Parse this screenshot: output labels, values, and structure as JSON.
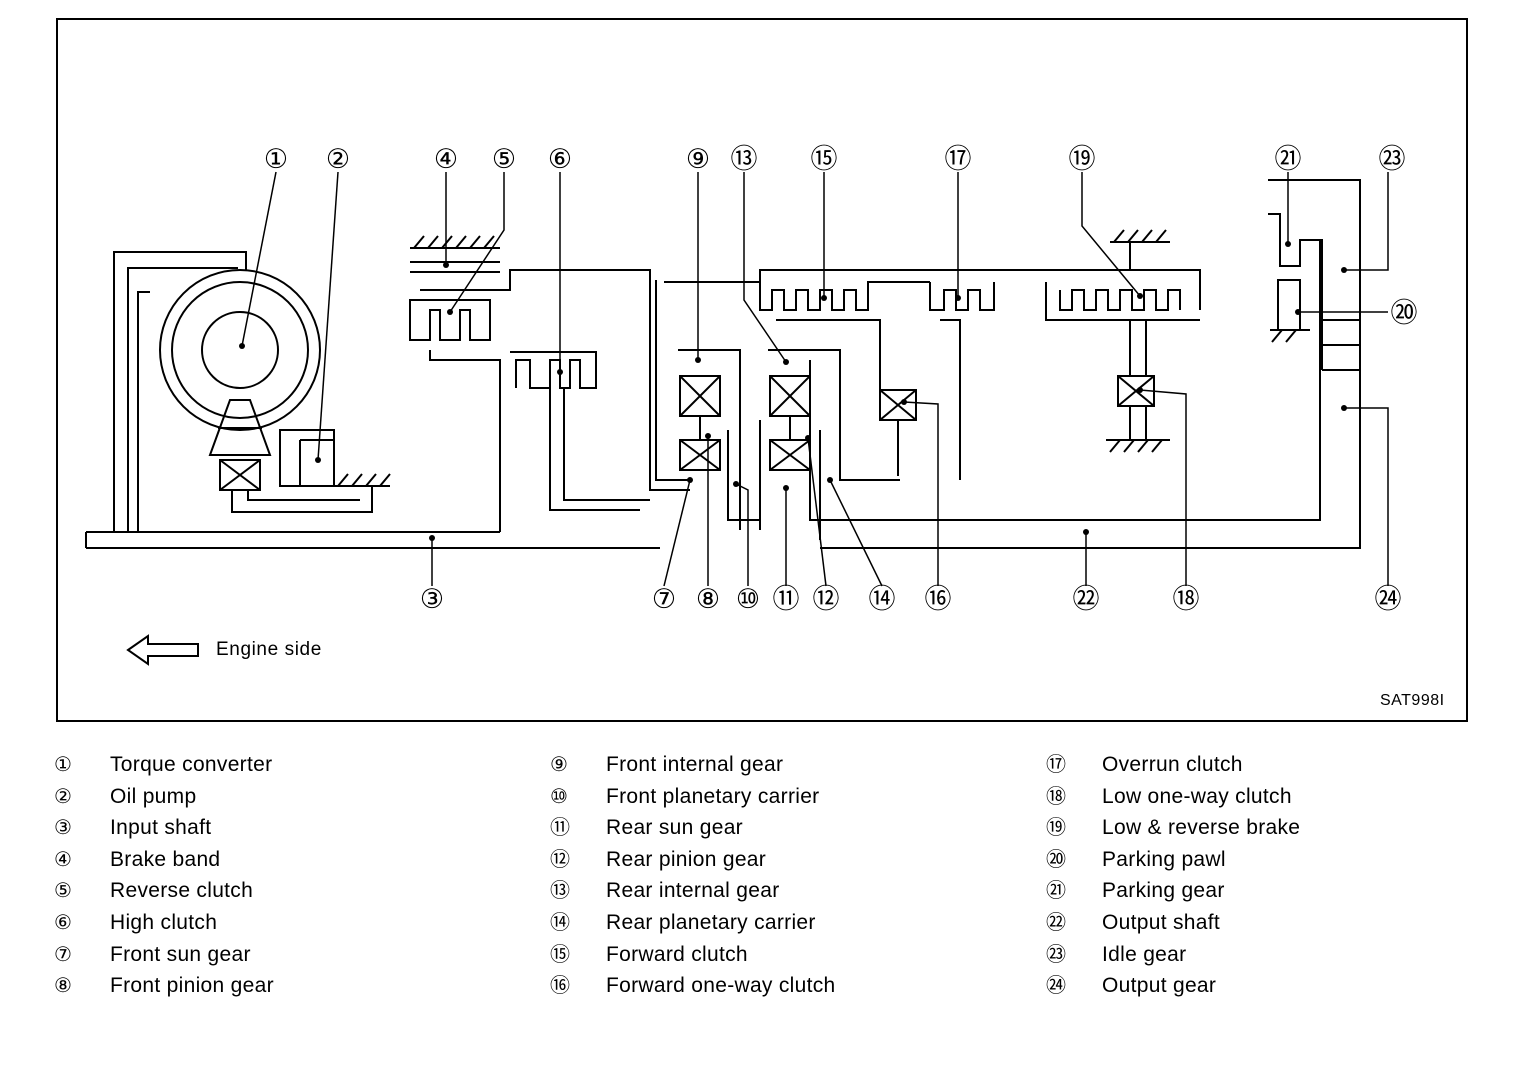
{
  "figure_code": "SAT998I",
  "engine_label": "Engine side",
  "legend": [
    {
      "num": "①",
      "label": "Torque converter"
    },
    {
      "num": "②",
      "label": "Oil pump"
    },
    {
      "num": "③",
      "label": "Input shaft"
    },
    {
      "num": "④",
      "label": "Brake band"
    },
    {
      "num": "⑤",
      "label": "Reverse clutch"
    },
    {
      "num": "⑥",
      "label": "High clutch"
    },
    {
      "num": "⑦",
      "label": "Front sun gear"
    },
    {
      "num": "⑧",
      "label": "Front pinion gear"
    },
    {
      "num": "⑨",
      "label": "Front internal gear"
    },
    {
      "num": "⑩",
      "label": "Front planetary carrier"
    },
    {
      "num": "⑪",
      "label": "Rear sun gear"
    },
    {
      "num": "⑫",
      "label": "Rear pinion gear"
    },
    {
      "num": "⑬",
      "label": "Rear internal gear"
    },
    {
      "num": "⑭",
      "label": "Rear planetary carrier"
    },
    {
      "num": "⑮",
      "label": "Forward clutch"
    },
    {
      "num": "⑯",
      "label": "Forward one-way clutch"
    },
    {
      "num": "⑰",
      "label": "Overrun clutch"
    },
    {
      "num": "⑱",
      "label": "Low one-way clutch"
    },
    {
      "num": "⑲",
      "label": "Low & reverse brake"
    },
    {
      "num": "⑳",
      "label": "Parking pawl"
    },
    {
      "num": "㉑",
      "label": "Parking gear"
    },
    {
      "num": "㉒",
      "label": "Output shaft"
    },
    {
      "num": "㉓",
      "label": "Idle gear"
    },
    {
      "num": "㉔",
      "label": "Output gear"
    }
  ]
}
